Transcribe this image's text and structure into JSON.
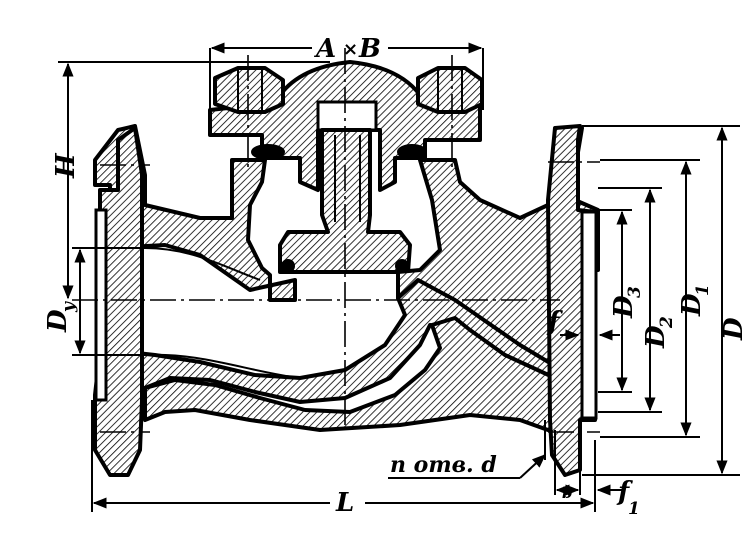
{
  "labels": {
    "cover_size": "A",
    "cover_size_sep": "×",
    "cover_size_b": "B",
    "height": "H",
    "nominal_diameter": "D",
    "nominal_diameter_sub": "y",
    "flange_outer_diameter": "D",
    "bolt_circle_diameter": "D",
    "bolt_circle_diameter_sub": "1",
    "raised_face_diameter": "D",
    "raised_face_diameter_sub": "2",
    "socket_diameter": "D",
    "socket_diameter_sub": "3",
    "face_height": "f",
    "face_height_1": "f",
    "face_height_1_sub": "1",
    "flange_thickness": "b",
    "length": "L",
    "holes_note": "n отв. d"
  }
}
